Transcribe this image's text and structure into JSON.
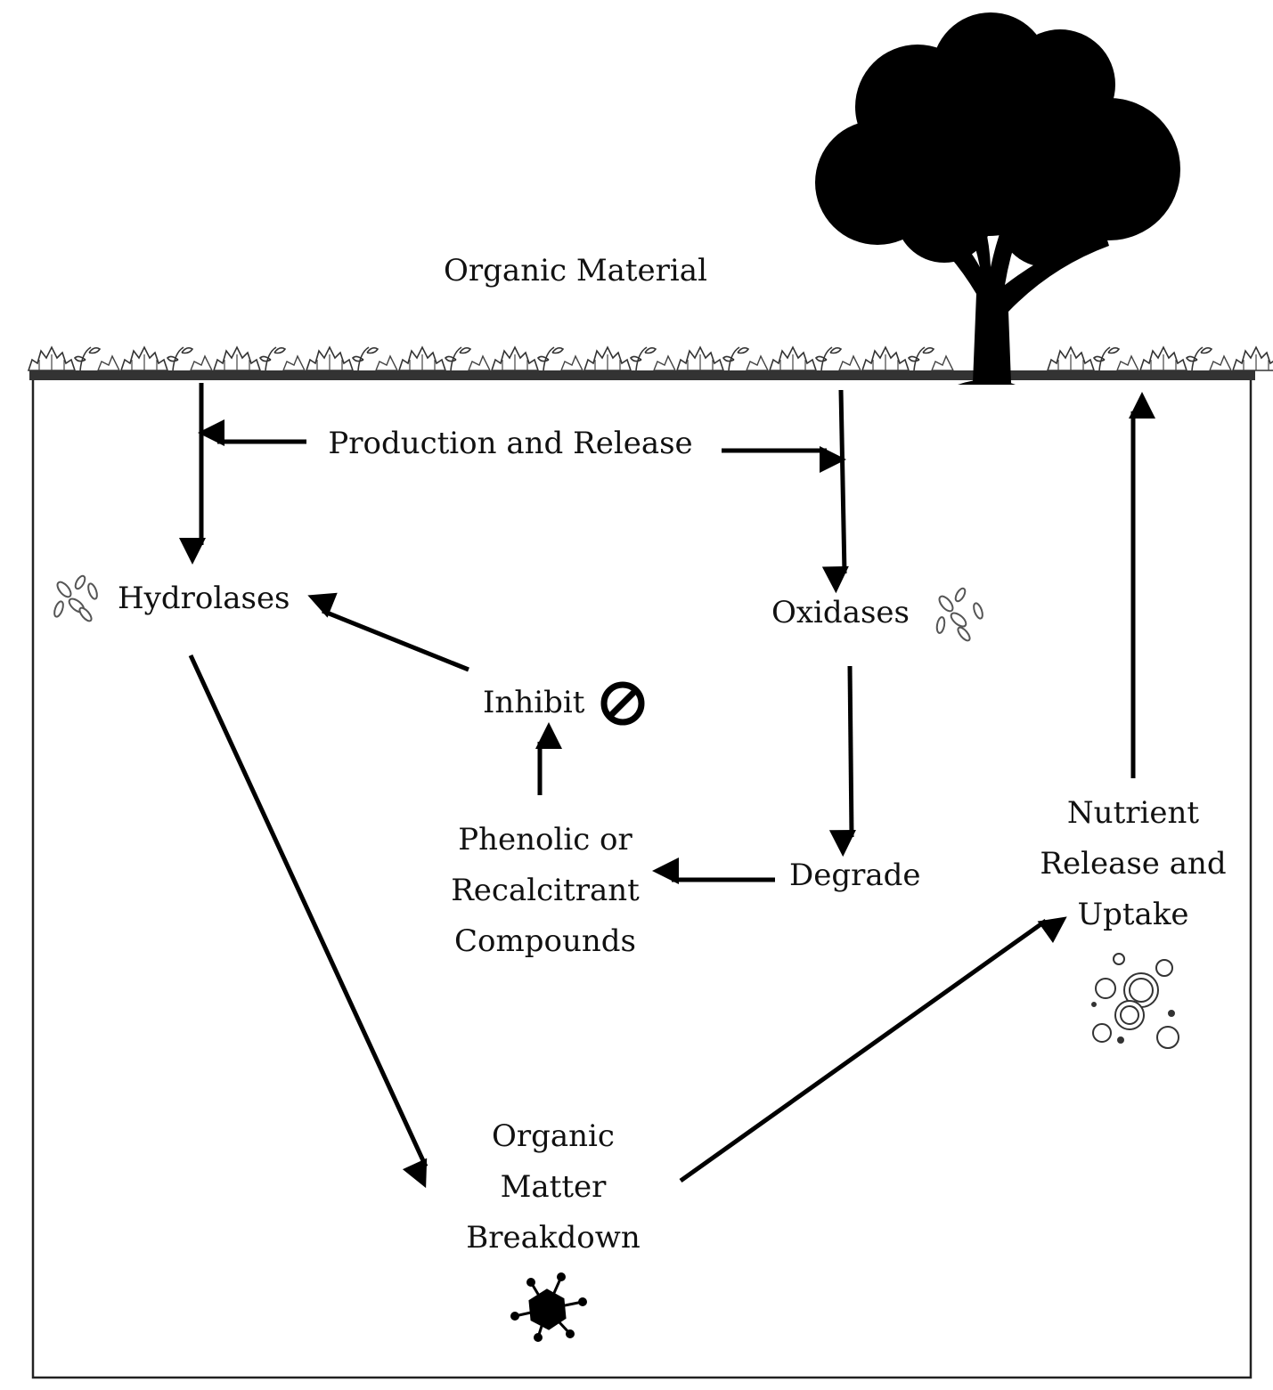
{
  "labels": {
    "organic_material": "Organic Material",
    "production_release": "Production and Release",
    "hydrolases": "Hydrolases",
    "oxidases": "Oxidases",
    "inhibit": "Inhibit",
    "phenolic": [
      "Phenolic or",
      "Recalcitrant",
      "Compounds"
    ],
    "degrade": "Degrade",
    "nutrient": [
      "Nutrient",
      "Release and",
      "Uptake"
    ],
    "breakdown": [
      "Organic",
      "Matter",
      "Breakdown"
    ]
  },
  "icons": [
    "tree-icon",
    "leaf-litter-icon",
    "microbe-icon",
    "inhibit-icon",
    "nutrient-bubbles-icon",
    "virus-particle-icon"
  ],
  "colors": {
    "ink": "#000000",
    "soil_surface": "#333333",
    "background": "#ffffff"
  }
}
